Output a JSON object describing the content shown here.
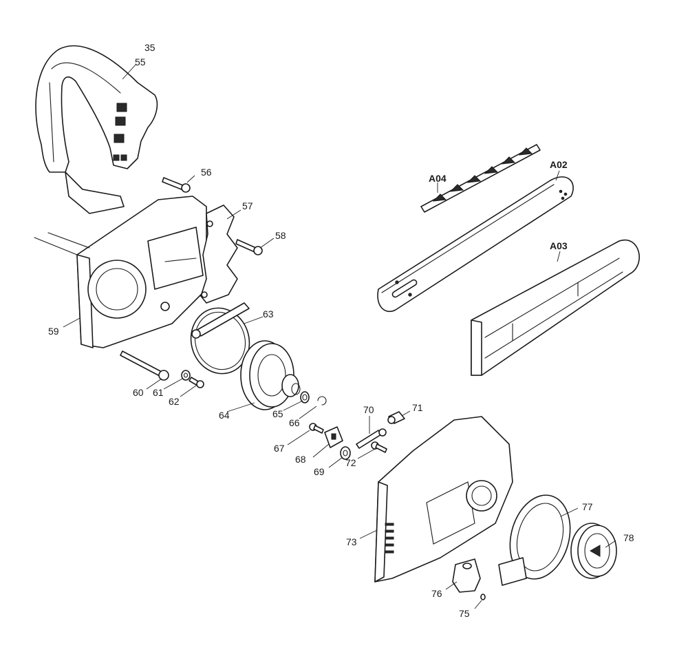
{
  "diagram": {
    "type": "exploded-parts-view",
    "callouts": [
      {
        "id": "c35",
        "label": "35"
      },
      {
        "id": "c55",
        "label": "55"
      },
      {
        "id": "c56",
        "label": "56"
      },
      {
        "id": "c57",
        "label": "57"
      },
      {
        "id": "c58",
        "label": "58"
      },
      {
        "id": "c59",
        "label": "59"
      },
      {
        "id": "c60",
        "label": "60"
      },
      {
        "id": "c61",
        "label": "61"
      },
      {
        "id": "c62",
        "label": "62"
      },
      {
        "id": "c63",
        "label": "63"
      },
      {
        "id": "c64",
        "label": "64"
      },
      {
        "id": "c65",
        "label": "65"
      },
      {
        "id": "c66",
        "label": "66"
      },
      {
        "id": "c67",
        "label": "67"
      },
      {
        "id": "c68",
        "label": "68"
      },
      {
        "id": "c69",
        "label": "69"
      },
      {
        "id": "c70",
        "label": "70"
      },
      {
        "id": "c71",
        "label": "71"
      },
      {
        "id": "c72",
        "label": "72"
      },
      {
        "id": "c73",
        "label": "73"
      },
      {
        "id": "c75",
        "label": "75"
      },
      {
        "id": "c76",
        "label": "76"
      },
      {
        "id": "c77",
        "label": "77"
      },
      {
        "id": "c78",
        "label": "78"
      },
      {
        "id": "cA02",
        "label": "A02"
      },
      {
        "id": "cA03",
        "label": "A03"
      },
      {
        "id": "cA04",
        "label": "A04"
      }
    ]
  }
}
